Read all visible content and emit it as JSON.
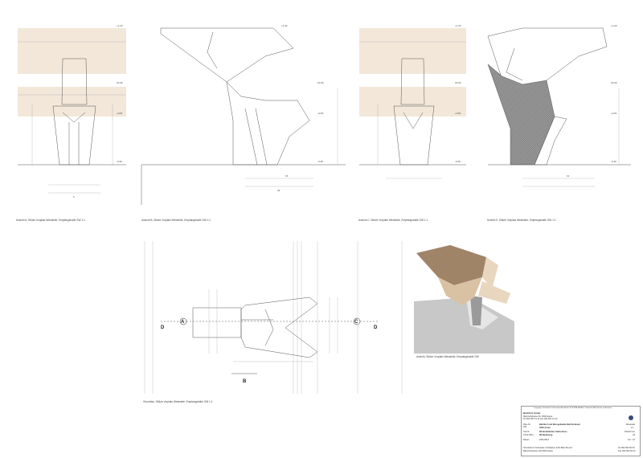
{
  "drawings": [
    {
      "caption": "Ansicht A, Stütze Vorplatz Westseite, Empfangshalle GW   1:1",
      "levels": [
        "+1.22",
        "±0.00",
        "+0.51",
        "-0.30"
      ]
    },
    {
      "caption": "Ansicht B, Stütze Vorplatz Westseite, Empfangshalle GW   1:1",
      "levels": [
        "+1.22",
        "±0.00",
        "+0.51",
        "-0.30"
      ]
    },
    {
      "caption": "Ansicht C, Stütze Vorplatz Westseite, Empfangshalle GW   1:1",
      "levels": [
        "+1.22",
        "±0.00",
        "+0.51",
        "-0.30"
      ]
    },
    {
      "caption": "Schnitt D, Stütze Vorplatz Westseite, Empfangshalle GW   1:1",
      "levels": [
        "+1.22",
        "±0.00",
        "+0.51",
        "-0.30"
      ]
    },
    {
      "caption": "Grundriss, Stütze Vorplatz Westseite, Empfangshalle GW   1:1"
    },
    {
      "caption": "Ansicht, Stütze Vorplatz Westseite, Empfangshalle GW"
    }
  ],
  "section_markers": [
    "A",
    "B",
    "C",
    "D",
    "D"
  ],
  "dimensions": [
    "6",
    "15",
    "32",
    "12",
    "4"
  ],
  "title_block": {
    "copyright": "Copyright: Schneider & Schneider Architekten ETH BSA SIA AG | Vorbehalt: Alle Rechte vorbehalten",
    "project_label": "Bahnhof Aarau",
    "client_line1": "Bahnhofstrasse 30, 5000 Aarau",
    "client_line2": "Tel 062 837 11 11     Fax 062 837 12 22",
    "plan_no_label": "Plan-Nr.",
    "plan_no": "202",
    "title1": "Bahnhof und Bürogebäude Bahnhofareal",
    "title2": "5000 Aarau",
    "scale_label": "Massstab",
    "scale": "1:1",
    "phase_label": "Teil Nr.",
    "phase": "15.02.2011",
    "title3": "Werkstattdetail, Stützenfuss",
    "title4": "Werkplanung",
    "format_label": "Planformat",
    "format": "A3",
    "date_label": "Datum",
    "date": "2011/2012",
    "index": "Ind.: 1/7",
    "office1": "Schneider & Schneider Architekten ETH BSA SIA AG",
    "office2": "Bahnhofstrasse 102     5000 Aarau",
    "tel": "Tel 062 832 60 00",
    "fax": "Fax 062 832 60 01"
  },
  "colors": {
    "beige": "#f3e7da",
    "wood": "#d9c2a3",
    "hatch": "#8a8a8a",
    "ground": "#c8c8c8",
    "logo": "#3a4a7a"
  }
}
